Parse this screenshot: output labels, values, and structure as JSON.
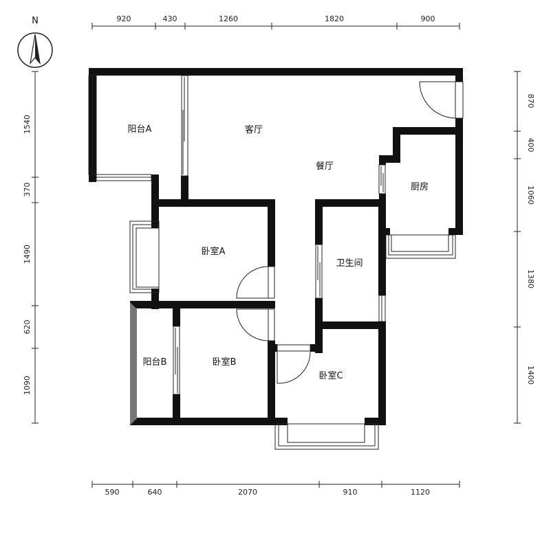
{
  "compass": {
    "label": "N"
  },
  "dimensions": {
    "top": [
      "920",
      "430",
      "1260",
      "1820",
      "900"
    ],
    "bottom": [
      "590",
      "640",
      "2070",
      "910",
      "1120"
    ],
    "left": [
      "1540",
      "370",
      "1490",
      "620",
      "1090"
    ],
    "right": [
      "870",
      "400",
      "1060",
      "1380",
      "1400"
    ]
  },
  "rooms": {
    "balcony_a": "阳台A",
    "living_room": "客厅",
    "dining_room": "餐厅",
    "kitchen": "厨房",
    "bedroom_a": "卧室A",
    "bathroom": "卫生间",
    "balcony_b": "阳台B",
    "bedroom_b": "卧室B",
    "bedroom_c": "卧室C"
  }
}
